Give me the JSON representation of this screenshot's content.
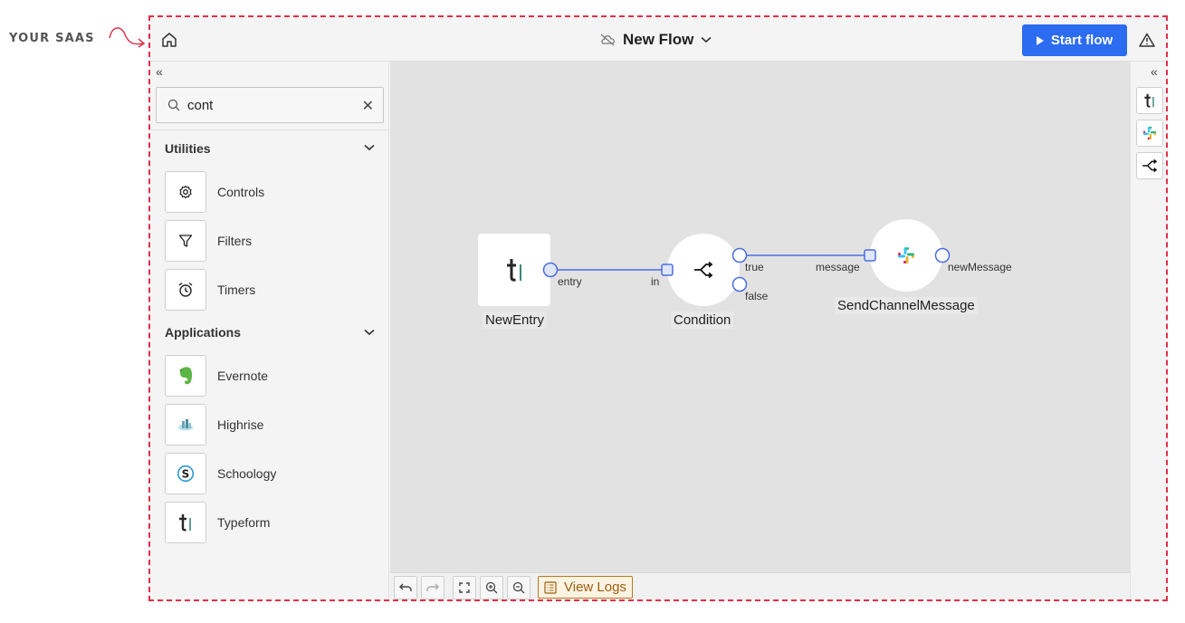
{
  "brand": "YOUR SAAS",
  "header": {
    "flow_title": "New Flow",
    "start_label": "Start flow"
  },
  "sidebar": {
    "search": {
      "value": "cont"
    },
    "sections": [
      {
        "title": "Utilities",
        "items": [
          {
            "label": "Controls",
            "icon": "gear-icon"
          },
          {
            "label": "Filters",
            "icon": "filter-icon"
          },
          {
            "label": "Timers",
            "icon": "alarm-clock-icon"
          }
        ]
      },
      {
        "title": "Applications",
        "items": [
          {
            "label": "Evernote",
            "icon": "evernote-icon"
          },
          {
            "label": "Highrise",
            "icon": "highrise-icon"
          },
          {
            "label": "Schoology",
            "icon": "schoology-icon"
          },
          {
            "label": "Typeform",
            "icon": "typeform-icon"
          }
        ]
      }
    ]
  },
  "canvas": {
    "nodes": [
      {
        "label": "NewEntry",
        "icon": "typeform-icon",
        "outputs": [
          "entry"
        ]
      },
      {
        "label": "Condition",
        "icon": "branch-icon",
        "inputs": [
          "in"
        ],
        "outputs": [
          "true",
          "false"
        ]
      },
      {
        "label": "SendChannelMessage",
        "icon": "slack-icon",
        "inputs": [
          "message"
        ],
        "outputs": [
          "newMessage"
        ]
      }
    ],
    "edges": [
      {
        "from": "NewEntry.entry",
        "to": "Condition.in"
      },
      {
        "from": "Condition.true",
        "to": "SendChannelMessage.message"
      }
    ]
  },
  "toolbar": {
    "view_logs_label": "View Logs"
  },
  "rightbar": {
    "icons": [
      "typeform-icon",
      "slack-icon",
      "branch-icon"
    ]
  },
  "colors": {
    "accent": "#2b6cf0",
    "frame_border": "#e0304a",
    "edge": "#4a6ee0",
    "logs_border": "#b97a1e"
  }
}
